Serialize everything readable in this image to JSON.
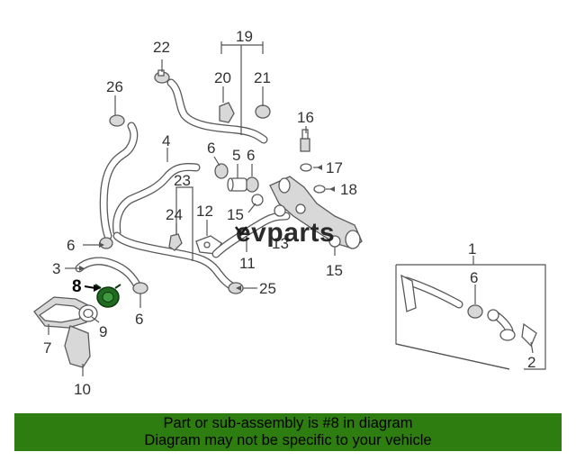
{
  "callouts": {
    "c1": "1",
    "c2": "2",
    "c3": "3",
    "c4": "4",
    "c5": "5",
    "c6a": "6",
    "c6b": "6",
    "c6c": "6",
    "c6d": "6",
    "c6e": "6",
    "c7": "7",
    "c8": "8",
    "c9": "9",
    "c10": "10",
    "c11": "11",
    "c12": "12",
    "c13": "13",
    "c15a": "15",
    "c15b": "15",
    "c16": "16",
    "c17": "17",
    "c18": "18",
    "c19": "19",
    "c20": "20",
    "c21": "21",
    "c22": "22",
    "c23": "23",
    "c24": "24",
    "c25": "25",
    "c26": "26"
  },
  "watermark": {
    "brand": "evparts"
  },
  "banner": {
    "line1": "Part or sub-assembly is #8 in diagram",
    "line2": "Diagram may not be specific to your vehicle",
    "color": "#2e7d10"
  },
  "highlight": {
    "part_number": "8",
    "color": "#1f6b1f"
  }
}
